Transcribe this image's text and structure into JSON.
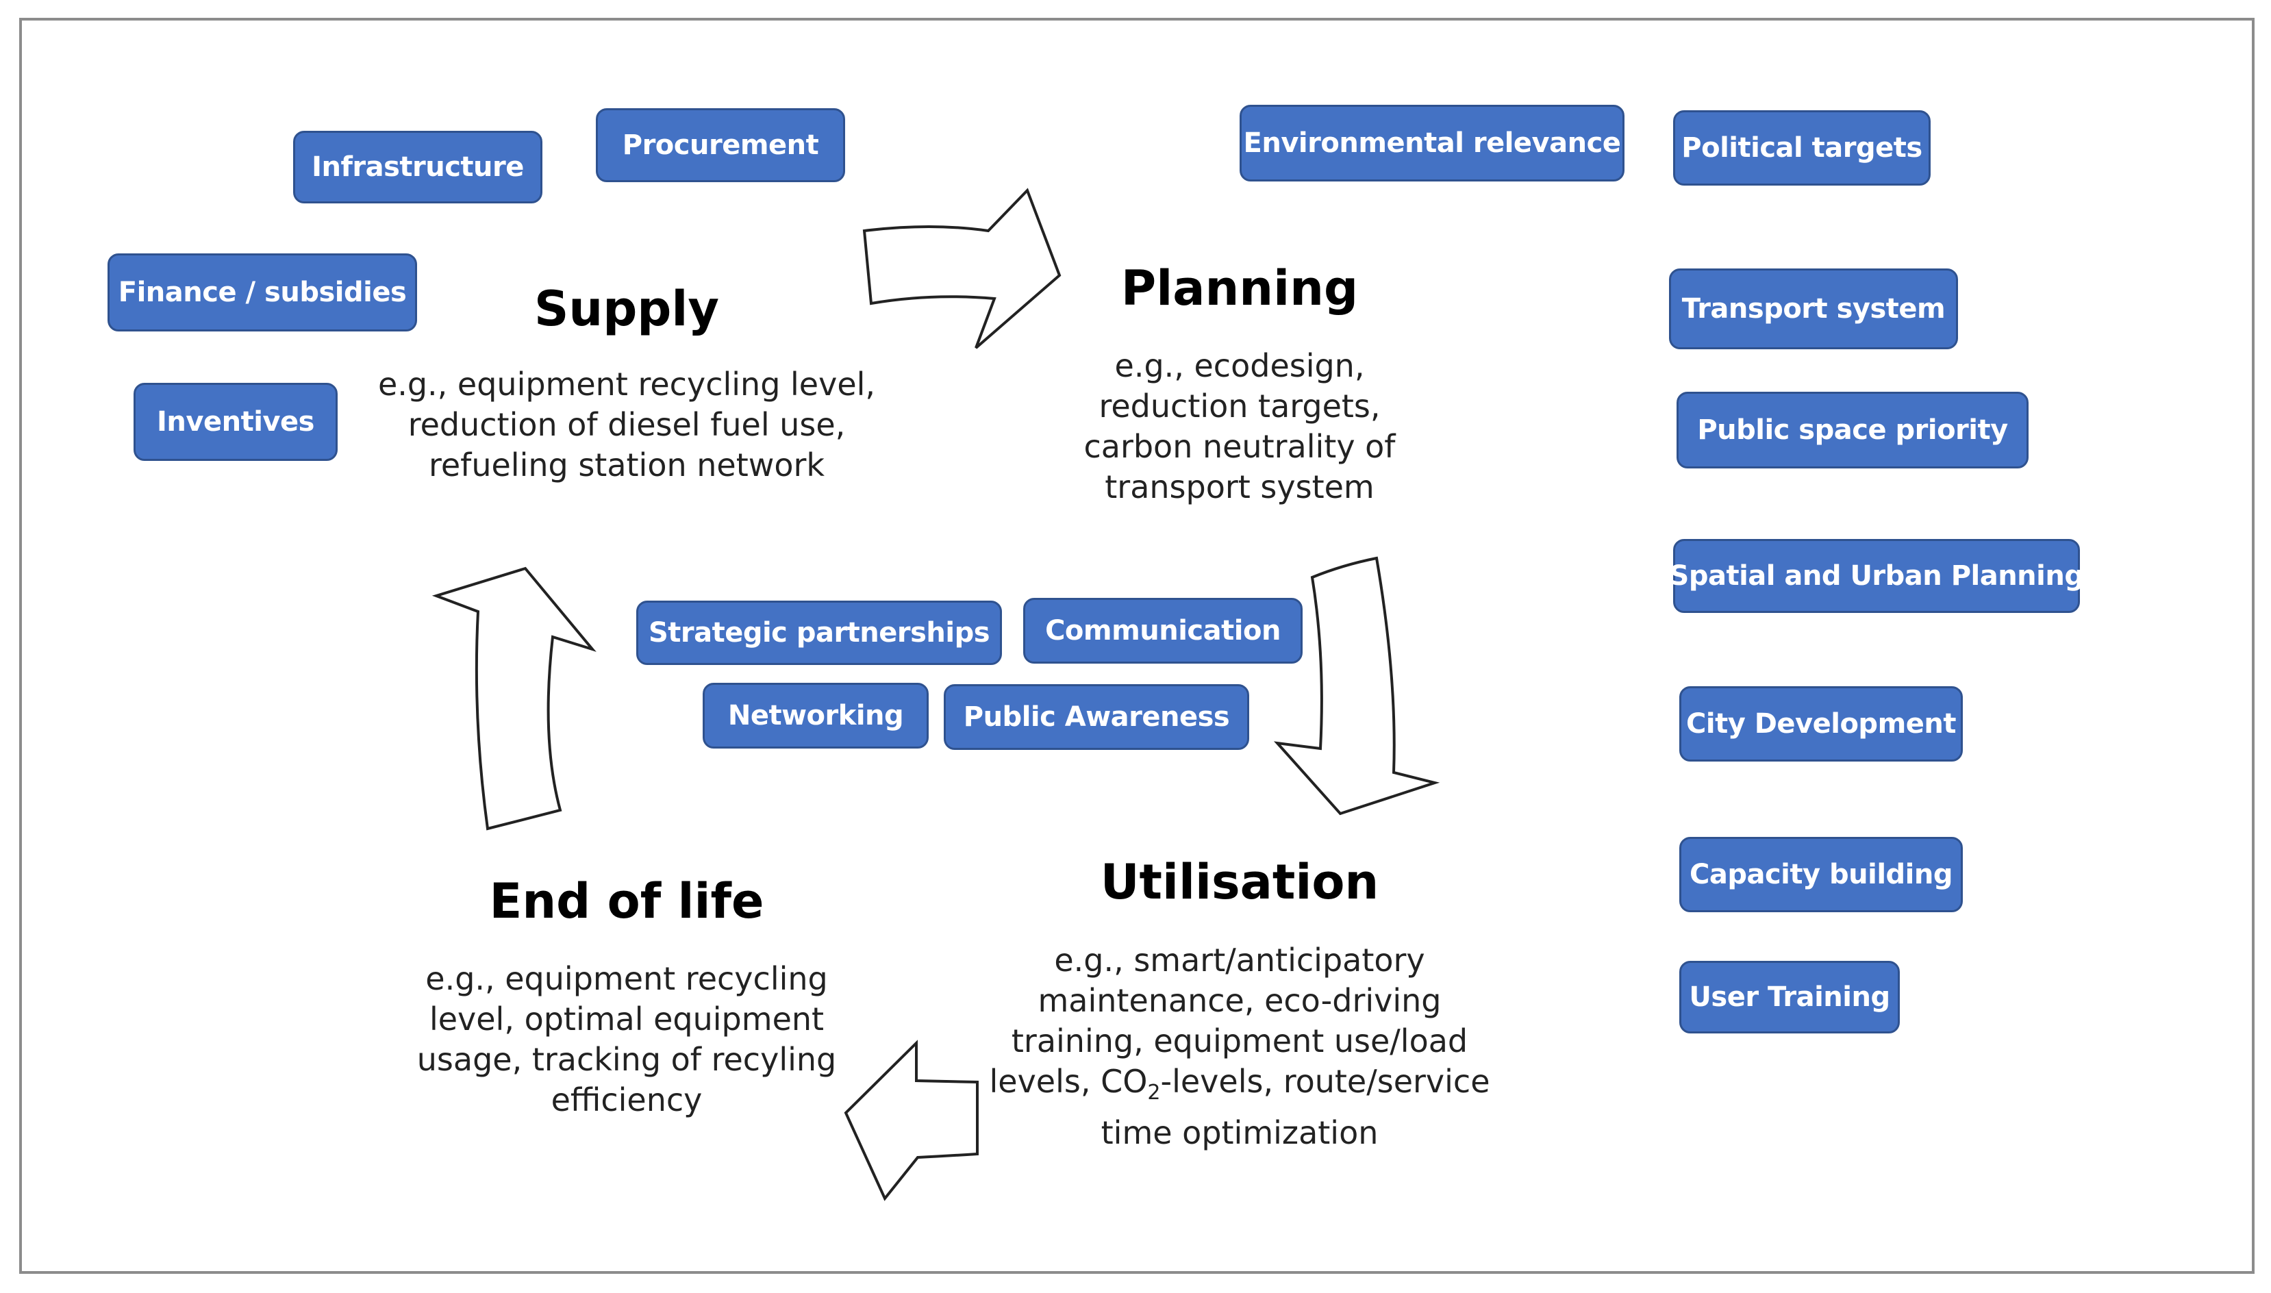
{
  "stages": {
    "supply": {
      "title": "Supply",
      "lines": [
        "e.g., equipment recycling level,",
        "reduction of diesel fuel use,",
        "refueling station network"
      ]
    },
    "planning": {
      "title": "Planning",
      "lines": [
        "e.g., ecodesign,",
        "reduction targets,",
        "carbon neutrality of",
        "transport system"
      ]
    },
    "utilisation": {
      "title": "Utilisation",
      "lines": [
        "e.g., smart/anticipatory",
        "maintenance, eco-driving",
        "training, equipment use/load"
      ],
      "co2_prefix": "levels, CO",
      "co2_sub": "2",
      "co2_suffix": "-levels, route/service",
      "last_line": "time optimization"
    },
    "end_of_life": {
      "title": "End of life",
      "lines": [
        "e.g., equipment recycling",
        "level, optimal equipment",
        "usage, tracking of recyling",
        "efficiency"
      ]
    }
  },
  "supply_boxes": [
    "Infrastructure",
    "Procurement",
    "Finance / subsidies",
    "Inventives"
  ],
  "planning_boxes": [
    "Environmental relevance",
    "Political targets",
    "Transport system",
    "Public space priority",
    "Spatial and Urban Planning",
    "City Development",
    "Capacity building",
    "User Training"
  ],
  "center_boxes": [
    "Strategic partnerships",
    "Communication",
    "Networking",
    "Public Awareness"
  ],
  "colors": {
    "box_fill": "#4472c4",
    "box_border": "#2f528f",
    "frame": "#8c8c8c"
  }
}
